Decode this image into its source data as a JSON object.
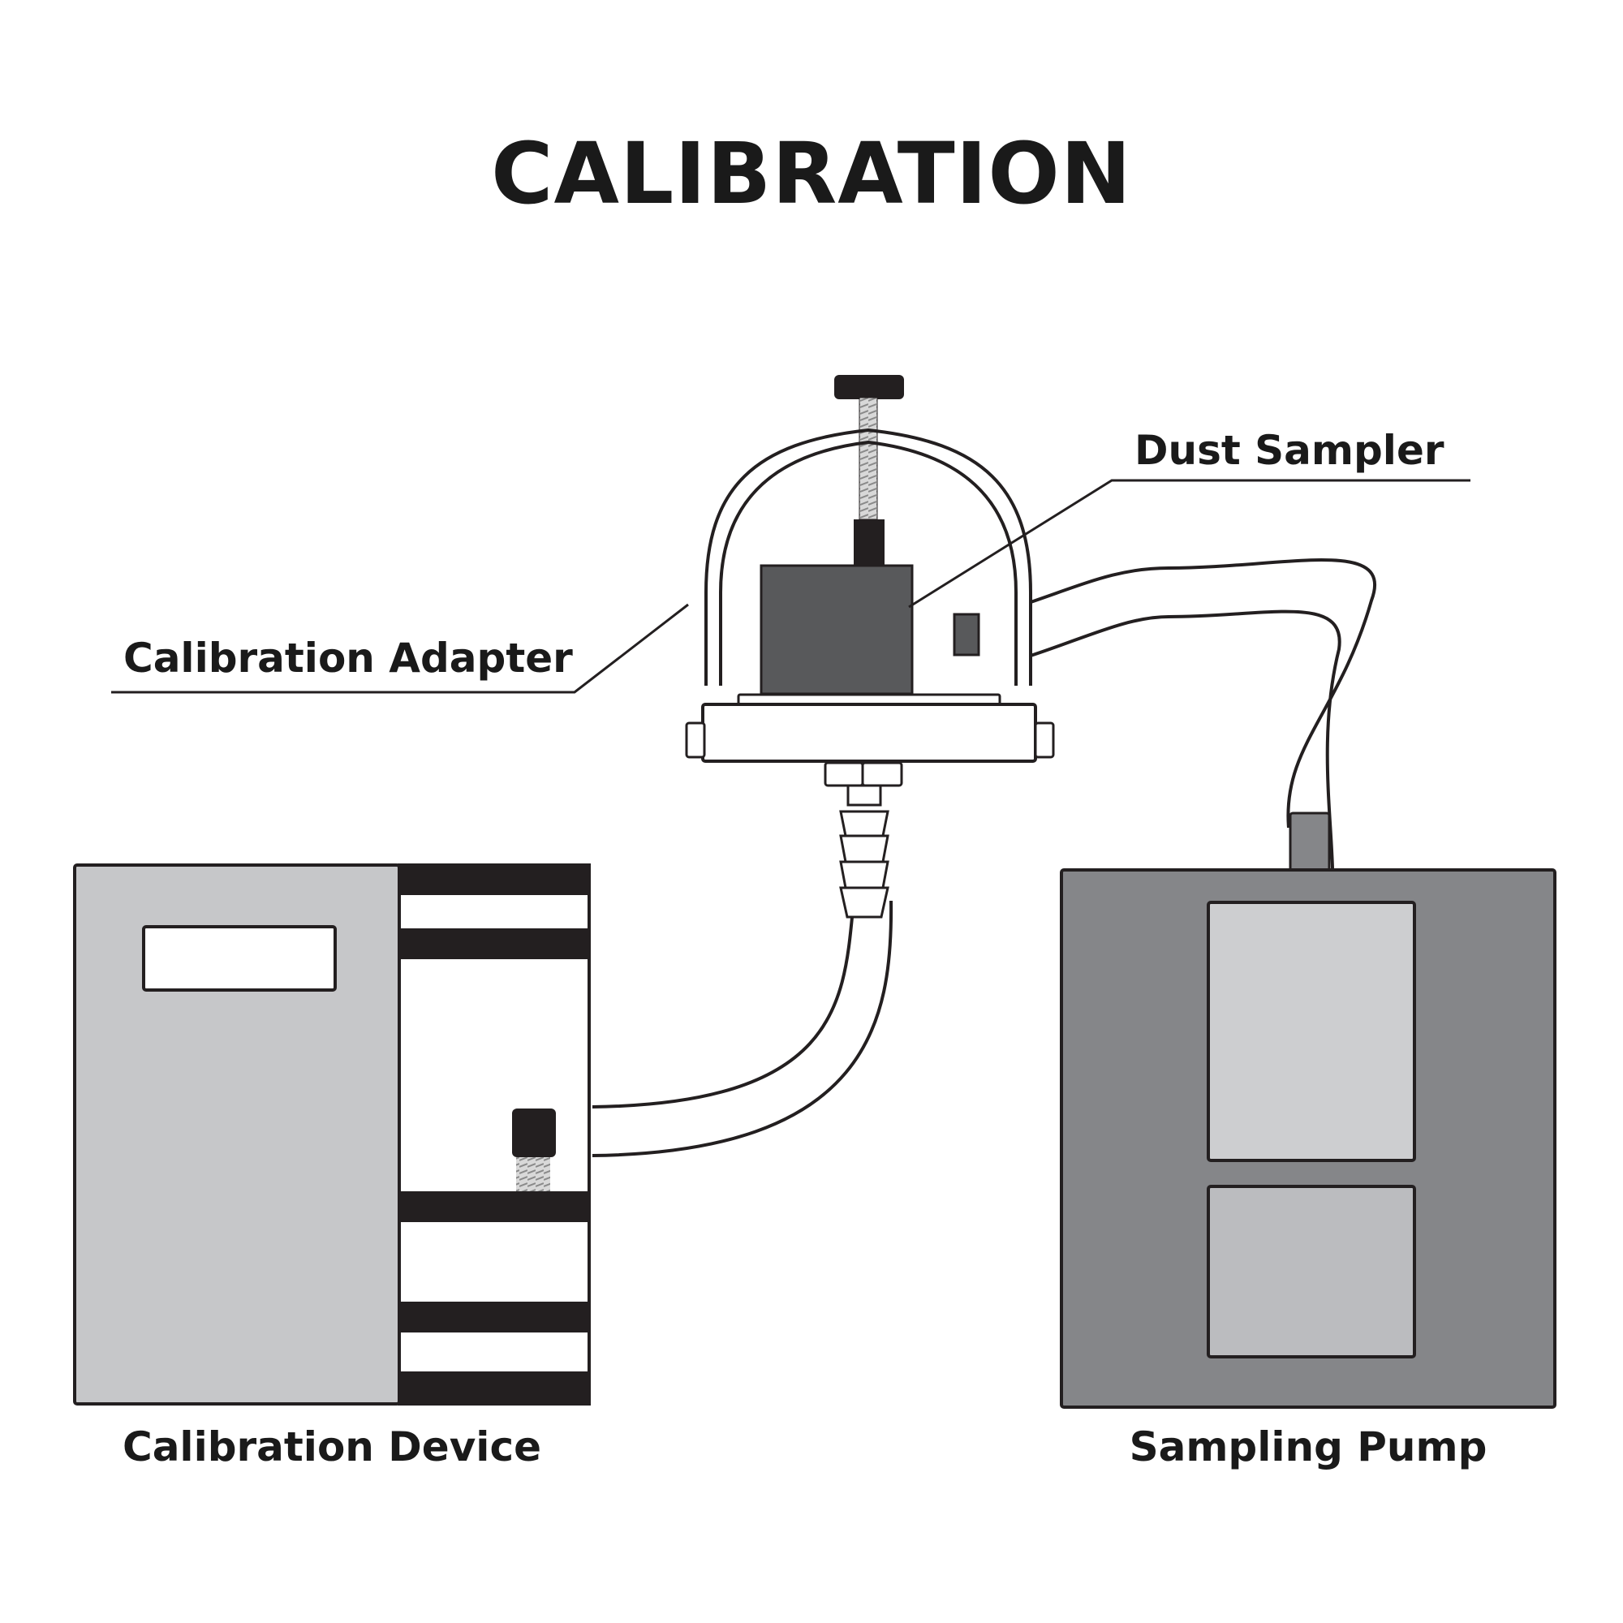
{
  "diagram": {
    "title": "CALIBRATION",
    "components": {
      "dust_sampler": "Dust Sampler",
      "calibration_adapter": "Calibration Adapter",
      "calibration_device": "Calibration Device",
      "sampling_pump": "Sampling Pump"
    },
    "colors": {
      "outline": "#231f20",
      "device_panel": "#c6c7c9",
      "pump_body": "#858689",
      "pump_panel_upper": "#cdced0",
      "pump_panel_lower": "#bbbcbf",
      "sampler_body": "#58595b",
      "dark_fill": "#231f20"
    }
  }
}
